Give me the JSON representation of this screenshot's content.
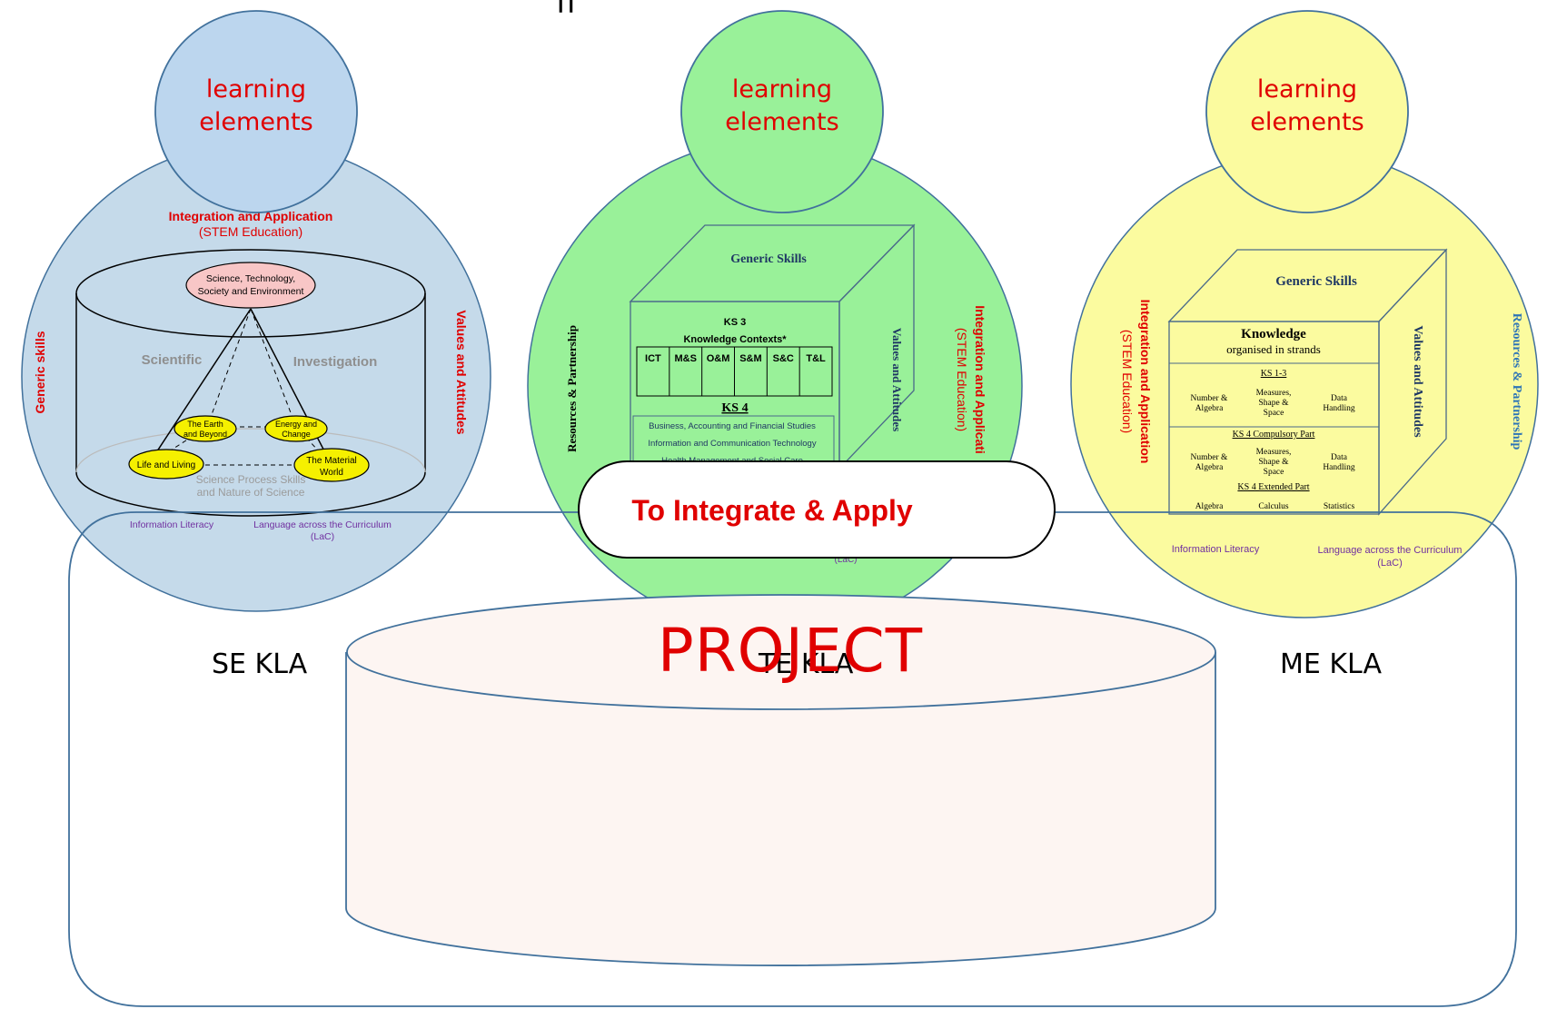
{
  "title_fragment": "ff",
  "learning_elements": "learning elements",
  "learning_elements_lines": [
    "learning",
    "elements"
  ],
  "se": {
    "kla_label": "SE KLA",
    "integration_title": "Integration and Application",
    "integration_sub": "(STEM Education)",
    "generic_skills": "Generic skills",
    "values_attitudes": "Values and Attitudes",
    "sts_lines": [
      "Science, Technology,",
      "Society and Environment"
    ],
    "scientific": "Scientific",
    "investigation": "Investigation",
    "earth_lines": [
      "The Earth",
      "and Beyond"
    ],
    "energy_lines": [
      "Energy and",
      "Change"
    ],
    "life": "Life and Living",
    "material_lines": [
      "The Material",
      "World"
    ],
    "process_lines": [
      "Science Process Skills",
      "and Nature of Science"
    ],
    "info_literacy": "Information Literacy",
    "lac_lines": [
      "Language across the Curriculum",
      "(LaC)"
    ]
  },
  "te": {
    "kla_label": "TE KLA",
    "generic_skills": "Generic Skills",
    "resources": "Resources & Partnership",
    "values_attitudes": "Values and Attitudes",
    "integration_title": "Integration and Applicati",
    "integration_sub": "(STEM Education)",
    "ks3": "KS 3",
    "knowledge_contexts": "Knowledge Contexts*",
    "contexts": [
      "ICT",
      "M&S",
      "O&M",
      "S&M",
      "S&C",
      "T&L"
    ],
    "ks4": "KS 4",
    "ks4_items": [
      "Business, Accounting and Financial Studies",
      "Information and Communication Technology",
      "Health Management and Social Care"
    ],
    "lac_fragment": "(LaC)"
  },
  "me": {
    "kla_label": "ME KLA",
    "generic_skills": "Generic Skills",
    "integration_title": "Integration and Application",
    "integration_sub": "(STEM Education)",
    "values_attitudes": "Values and Attitudes",
    "resources": "Resources & Partnership",
    "knowledge": "Knowledge",
    "organised": "organised in strands",
    "ks13": "KS 1-3",
    "strands_row1": [
      [
        "Number &",
        "Algebra"
      ],
      [
        "Measures,",
        "Shape &",
        "Space"
      ],
      [
        "Data",
        "Handling"
      ]
    ],
    "compulsory": "KS 4 Compulsory Part",
    "strands_row2": [
      [
        "Number &",
        "Algebra"
      ],
      [
        "Measures,",
        "Shape &",
        "Space"
      ],
      [
        "Data",
        "Handling"
      ]
    ],
    "extended": "KS 4 Extended Part",
    "extended_items": [
      "Algebra",
      "Calculus",
      "Statistics"
    ],
    "info_literacy": "Information Literacy",
    "lac_lines": [
      "Language across the Curriculum",
      "(LaC)"
    ]
  },
  "pill_label": "To Integrate & Apply",
  "project_label": "PROJECT",
  "colors": {
    "se_fill": "#c5daea",
    "te_fill": "#99f199",
    "me_fill": "#fbfb9f",
    "outline": "#41719c",
    "red": "#e00000",
    "project_fill": "#fdf5f2"
  }
}
